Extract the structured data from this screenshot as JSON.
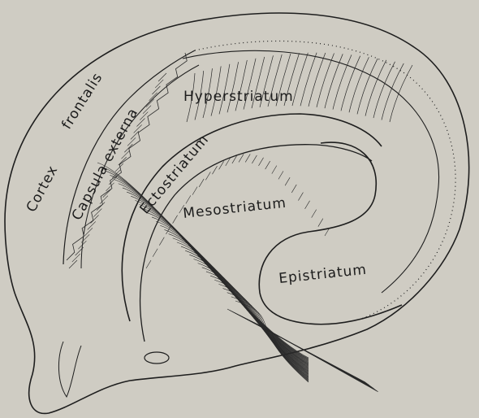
{
  "labels": {
    "cortex": "Cortex",
    "frontalis": "frontalis",
    "capsula_externa": "Capsula externa",
    "hyperstriatum": "Hyperstriatum",
    "ectostriatum": "Ectostriatum",
    "mesostriatum": "Mesostriatum",
    "epistriatum": "Epistriatum"
  },
  "colors": {
    "paper": "#cfccc3",
    "ink": "#1e1e1e"
  }
}
